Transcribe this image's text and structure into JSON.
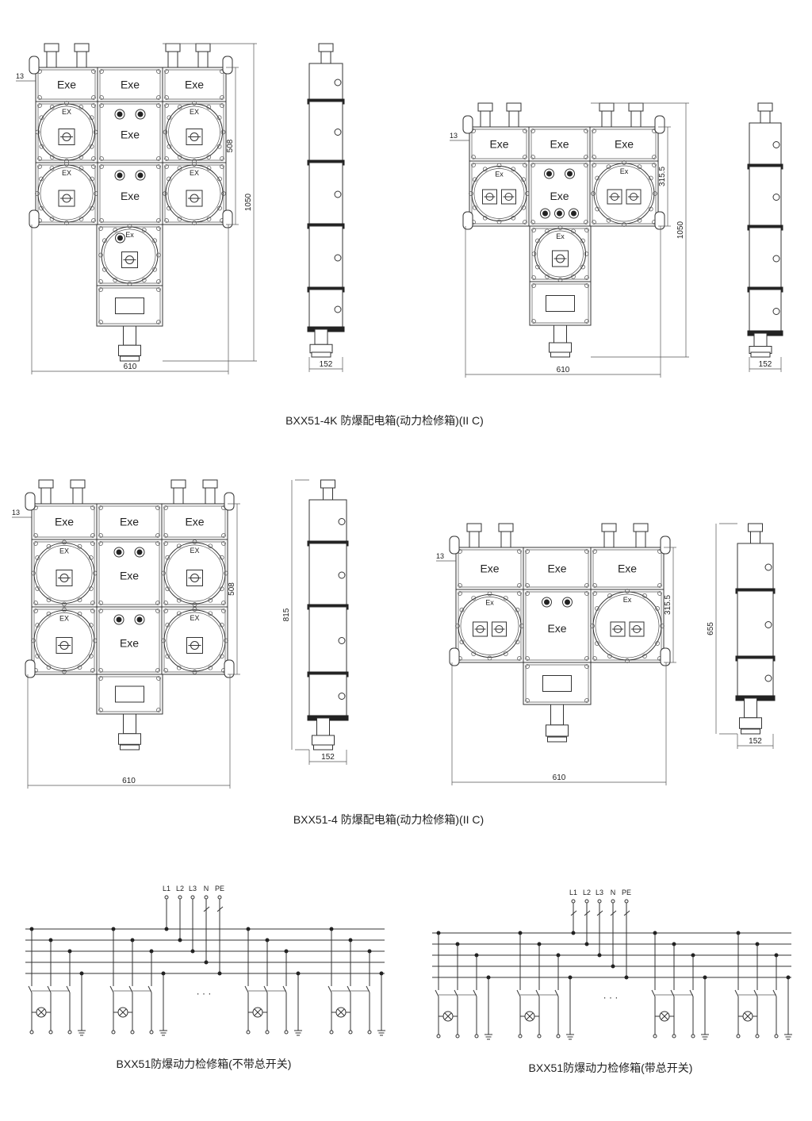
{
  "labels": {
    "exe": "Exe",
    "ex_upper": "EX",
    "ex_lower": "Ex"
  },
  "figure_1": {
    "caption": "BXX51-4K 防爆配电箱(动力检修箱)(II C)",
    "front_a": {
      "width": "610",
      "height": "1050",
      "panel_height": "508",
      "offset": "13"
    },
    "side_a": {
      "depth": "152"
    },
    "front_b": {
      "width": "610",
      "height": "1050",
      "panel_height": "315.5",
      "offset": "13"
    },
    "side_b": {
      "depth": "152"
    }
  },
  "figure_2": {
    "caption": "BXX51-4 防爆配电箱(动力检修箱)(II C)",
    "front_a": {
      "width": "610",
      "panel_height": "508",
      "offset": "13"
    },
    "side_a": {
      "height": "815",
      "depth": "152"
    },
    "front_b": {
      "width": "610",
      "panel_height": "315.5",
      "offset": "13"
    },
    "side_b": {
      "height": "655",
      "depth": "152"
    }
  },
  "circuits": {
    "terminals": [
      "L1",
      "L2",
      "L3",
      "N",
      "PE"
    ],
    "ellipsis": "· · ·",
    "left_caption": "BXX51防爆动力检修箱(不带总开关)",
    "right_caption": "BXX51防爆动力检修箱(带总开关)"
  }
}
